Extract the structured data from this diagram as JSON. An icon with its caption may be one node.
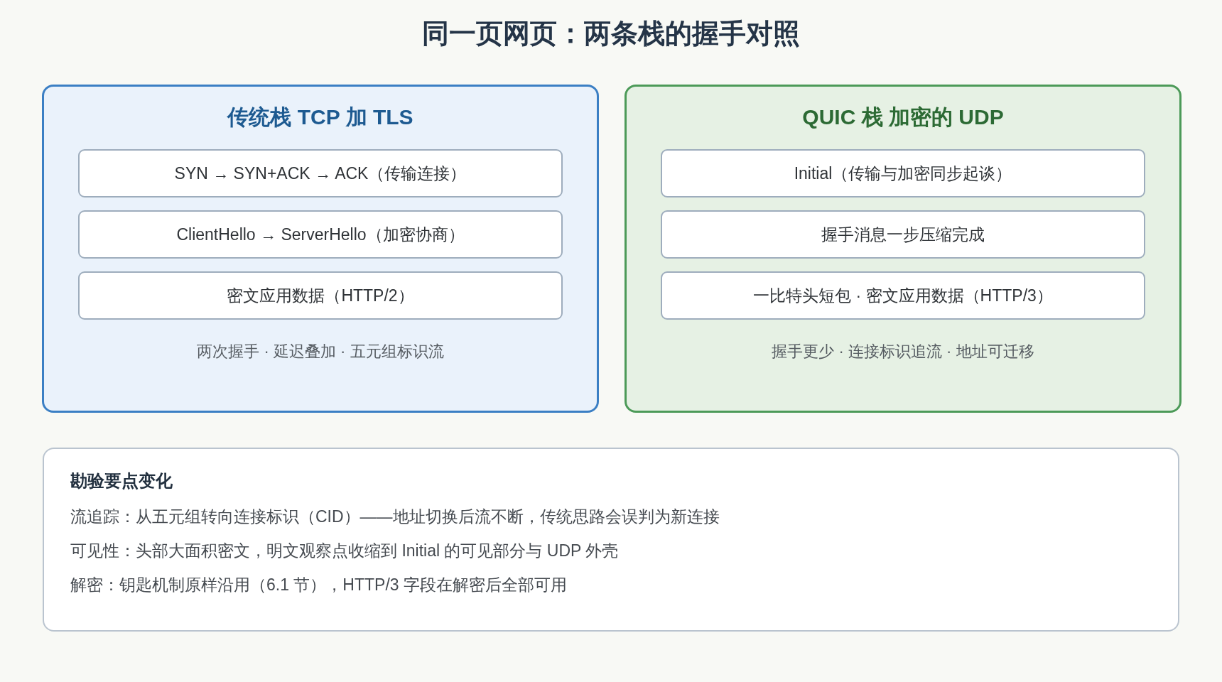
{
  "diagram": {
    "title": "同一页网页：两条栈的握手对照",
    "nodes": [
      {
        "text": [
          "传统栈 TCP 加 TLS",
          "两次握手 · 延迟叠加 · 五元组标识流"
        ]
      },
      {
        "text": [
          "SYN → SYN+ACK → ACK（传输连接）"
        ],
        "in": 0
      },
      {
        "text": [
          "ClientHello → ServerHello（加密协商）"
        ],
        "in": 0
      },
      {
        "text": [
          "密文应用数据（HTTP/2）"
        ],
        "in": 0
      },
      {
        "text": [
          "QUIC 栈 加密的 UDP",
          "握手更少 · 连接标识追流 · 地址可迁移"
        ]
      },
      {
        "text": [
          "Initial（传输与加密同步起谈）"
        ],
        "in": 4
      },
      {
        "text": [
          "握手消息一步压缩完成"
        ],
        "in": 4
      },
      {
        "text": [
          "一比特头短包 · 密文应用数据（HTTP/3）"
        ],
        "in": 4
      },
      {
        "text": [
          "勘验要点变化",
          "流追踪：从五元组转向连接标识（CID）——地址切换后流不断，传统思路会误判为新连接",
          "可见性：头部大面积密文，明文观察点收缩到 Initial 的可见部分与 UDP 外壳",
          "解密：钥匙机制原样沿用（6.1 节），HTTP/3 字段在解密后全部可用"
        ]
      }
    ]
  }
}
